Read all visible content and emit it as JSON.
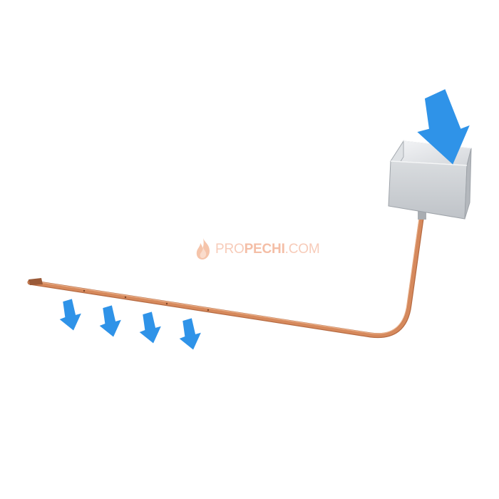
{
  "watermark": {
    "part_a": "PRO",
    "part_b": "PECHI",
    "part_c": ".COM",
    "icon": "flame-icon"
  },
  "colors": {
    "arrow": "#2f93e8",
    "copper": "#c8784e",
    "copper_light": "#e7a983",
    "box_gray": "#c9ccd0",
    "watermark": "#ec8a5e"
  }
}
